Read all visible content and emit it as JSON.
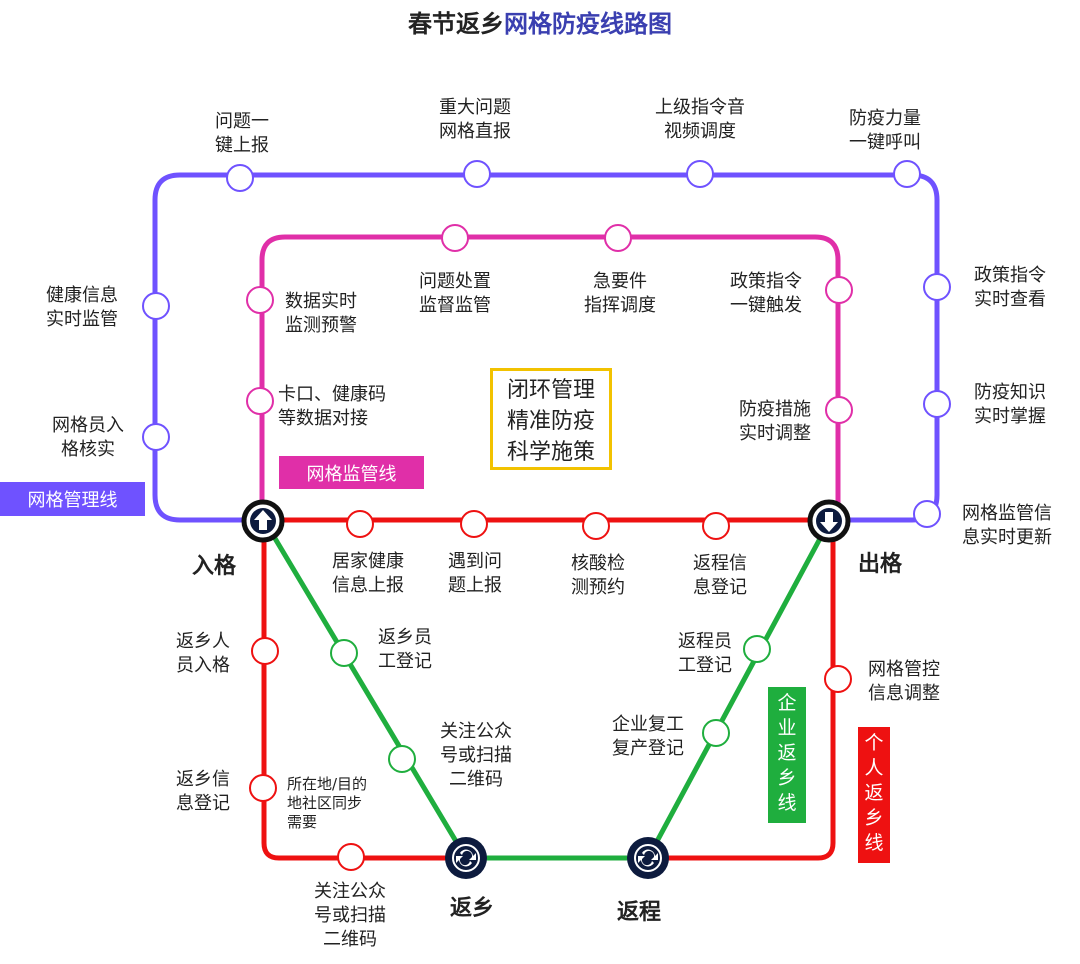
{
  "title": {
    "part1": "春节返乡",
    "part2": "网格防疫线路图"
  },
  "colors": {
    "purple": "#6f52ff",
    "magenta": "#e02fa8",
    "red": "#ee1111",
    "green": "#1fae3e",
    "yellow": "#f2c200",
    "navy": "#0d1b3e"
  },
  "purple_line": {
    "label": "网格管理线",
    "stops": [
      {
        "l1": "问题一",
        "l2": "键上报"
      },
      {
        "l1": "重大问题",
        "l2": "网格直报"
      },
      {
        "l1": "上级指令音",
        "l2": "视频调度"
      },
      {
        "l1": "防疫力量",
        "l2": "一键呼叫"
      },
      {
        "l1": "健康信息",
        "l2": "实时监管"
      },
      {
        "l1": "网格员入",
        "l2": "格核实"
      },
      {
        "l1": "政策指令",
        "l2": "实时查看"
      },
      {
        "l1": "防疫知识",
        "l2": "实时掌握"
      },
      {
        "l1": "网格监管信",
        "l2": "息实时更新"
      }
    ]
  },
  "magenta_line": {
    "label": "网格监管线",
    "stops": [
      {
        "l1": "问题处置",
        "l2": "监督监管"
      },
      {
        "l1": "急要件",
        "l2": "指挥调度"
      },
      {
        "l1": "数据实时",
        "l2": "监测预警"
      },
      {
        "l1": "卡口、健康码",
        "l2": "等数据对接"
      },
      {
        "l1": "政策指令",
        "l2": "一键触发"
      },
      {
        "l1": "防疫措施",
        "l2": "实时调整"
      }
    ]
  },
  "center_box": {
    "l1": "闭环管理",
    "l2": "精准防疫",
    "l3": "科学施策"
  },
  "red_line": {
    "label_chars": [
      "个",
      "人",
      "返",
      "乡",
      "线"
    ],
    "top_stops": [
      {
        "l1": "居家健康",
        "l2": "信息上报"
      },
      {
        "l1": "遇到问",
        "l2": "题上报"
      },
      {
        "l1": "核酸检",
        "l2": "测预约"
      },
      {
        "l1": "返程信",
        "l2": "息登记"
      }
    ],
    "left_stops": [
      {
        "l1": "返乡人",
        "l2": "员入格"
      },
      {
        "l1": "返乡信",
        "l2": "息登记"
      }
    ],
    "right_stop": {
      "l1": "网格管控",
      "l2": "信息调整"
    },
    "bottom_stop": {
      "l1": "关注公众",
      "l2": "号或扫描",
      "l3": "二维码"
    }
  },
  "green_line": {
    "label_chars": [
      "企",
      "业",
      "返",
      "乡",
      "线"
    ],
    "stops": [
      {
        "l1": "返乡员",
        "l2": "工登记"
      },
      {
        "l1": "关注公众",
        "l2": "号或扫描",
        "l3": "二维码"
      },
      {
        "l1": "返程员",
        "l2": "工登记"
      },
      {
        "l1": "企业复工",
        "l2": "复产登记"
      }
    ],
    "extra_note": {
      "l1": "所在地/目的",
      "l2": "地社区同步",
      "l3": "需要"
    }
  },
  "stations": {
    "entry": "入格",
    "exit": "出格",
    "home": "返乡",
    "return": "返程"
  },
  "icons": {
    "entry": "arrow-up-icon",
    "exit": "arrow-down-icon",
    "home": "refresh-icon",
    "return": "refresh-icon"
  }
}
